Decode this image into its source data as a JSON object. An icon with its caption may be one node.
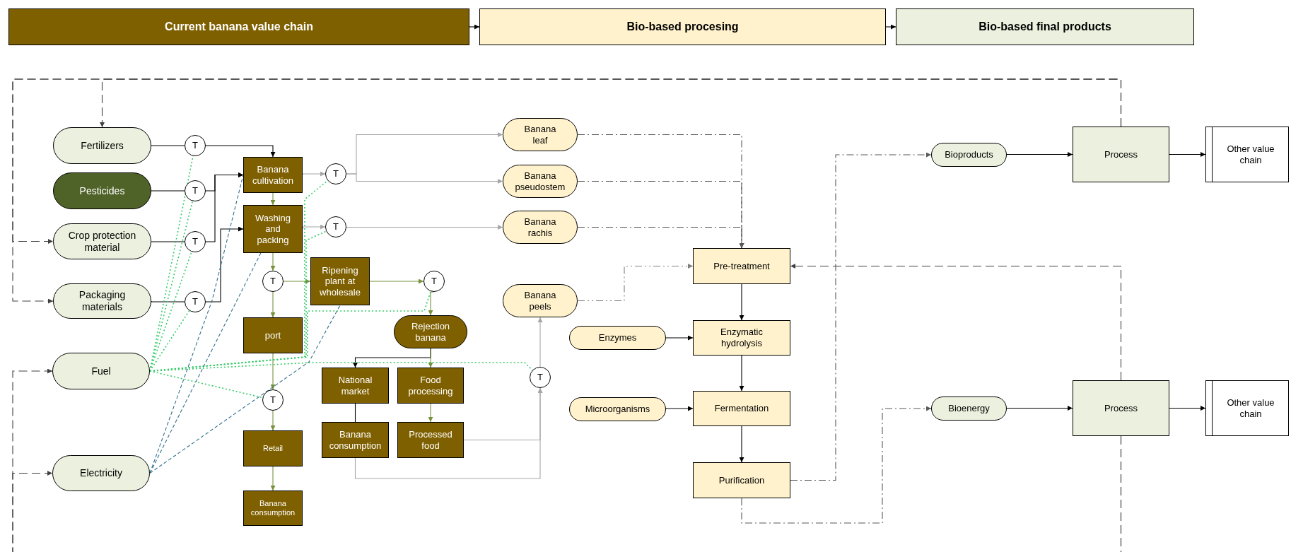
{
  "diagram": {
    "nodes": [
      {
        "text": [
          "Current banana value chain"
        ]
      },
      {
        "text": [
          "Bio-based procesing"
        ]
      },
      {
        "text": [
          "Bio-based final products"
        ]
      },
      {
        "text": [
          "Fertilizers"
        ]
      },
      {
        "text": [
          "Pesticides"
        ]
      },
      {
        "text": [
          "Crop protection material"
        ]
      },
      {
        "text": [
          "Packaging materials"
        ]
      },
      {
        "text": [
          "Fuel"
        ]
      },
      {
        "text": [
          "Electricity"
        ]
      },
      {
        "text": [
          "T"
        ]
      },
      {
        "text": [
          "T"
        ]
      },
      {
        "text": [
          "T"
        ]
      },
      {
        "text": [
          "T"
        ]
      },
      {
        "text": [
          "Banana cultivation"
        ]
      },
      {
        "text": [
          "Washing and packing"
        ]
      },
      {
        "text": [
          "T"
        ]
      },
      {
        "text": [
          "T"
        ]
      },
      {
        "text": [
          "T"
        ]
      },
      {
        "text": [
          "Ripening plant at wholesale"
        ]
      },
      {
        "text": [
          "T"
        ]
      },
      {
        "text": [
          "port"
        ]
      },
      {
        "text": [
          "Rejection banana"
        ]
      },
      {
        "text": [
          "National market"
        ]
      },
      {
        "text": [
          "Food processing"
        ]
      },
      {
        "text": [
          "T"
        ]
      },
      {
        "text": [
          "Banana consumption"
        ]
      },
      {
        "text": [
          "Processed food"
        ]
      },
      {
        "text": [
          "Retail"
        ]
      },
      {
        "text": [
          "Banana consumption"
        ]
      },
      {
        "text": [
          "Banana leaf"
        ]
      },
      {
        "text": [
          "Banana pseudostem"
        ]
      },
      {
        "text": [
          "Banana rachis"
        ]
      },
      {
        "text": [
          "Banana peels"
        ]
      },
      {
        "text": [
          "T"
        ]
      },
      {
        "text": [
          "Pre-treatment"
        ]
      },
      {
        "text": [
          "Enzymes"
        ]
      },
      {
        "text": [
          "Enzymatic hydrolysis"
        ]
      },
      {
        "text": [
          "Microorganisms"
        ]
      },
      {
        "text": [
          "Fermentation"
        ]
      },
      {
        "text": [
          "Purification"
        ]
      },
      {
        "text": [
          "Bioproducts"
        ]
      },
      {
        "text": [
          "Process"
        ]
      },
      {
        "text": [
          "Other value chain"
        ]
      },
      {
        "text": [
          "Bioenergy"
        ]
      },
      {
        "text": [
          "Process"
        ]
      },
      {
        "text": [
          "Other value chain"
        ]
      }
    ],
    "edges": [
      {
        "from": 0,
        "to": 1,
        "arrow": "to"
      },
      {
        "from": 1,
        "to": 2,
        "arrow": "to"
      },
      {
        "from": 3,
        "to": 9,
        "arrow": "none"
      },
      {
        "from": 9,
        "to": 13,
        "arrow": "to"
      },
      {
        "from": 4,
        "to": 10,
        "arrow": "none"
      },
      {
        "from": 10,
        "to": 13,
        "arrow": "to"
      },
      {
        "from": 5,
        "to": 11,
        "arrow": "none"
      },
      {
        "from": 11,
        "to": 13,
        "arrow": "to"
      },
      {
        "from": 6,
        "to": 12,
        "arrow": "none"
      },
      {
        "from": 12,
        "to": 14,
        "arrow": "to"
      },
      {
        "from": 13,
        "to": 14,
        "arrow": "to",
        "color": "#76923c"
      },
      {
        "from": 13,
        "to": 15,
        "arrow": "to",
        "color": "#a6a6a6"
      },
      {
        "from": 15,
        "to": 29,
        "arrow": "to",
        "color": "#a6a6a6"
      },
      {
        "from": 15,
        "to": 30,
        "arrow": "to",
        "color": "#a6a6a6"
      },
      {
        "from": 14,
        "to": 16,
        "arrow": "to",
        "color": "#a6a6a6"
      },
      {
        "from": 16,
        "to": 31,
        "arrow": "to",
        "color": "#a6a6a6"
      },
      {
        "from": 14,
        "to": 17,
        "arrow": "to",
        "color": "#76923c"
      },
      {
        "from": 17,
        "to": 18,
        "arrow": "to",
        "color": "#76923c"
      },
      {
        "from": 17,
        "to": 20,
        "arrow": "to",
        "color": "#76923c"
      },
      {
        "from": 18,
        "to": 19,
        "arrow": "to",
        "color": "#76923c"
      },
      {
        "from": 19,
        "to": 21,
        "arrow": "to",
        "color": "#76923c"
      },
      {
        "from": 21,
        "to": 22,
        "arrow": "to"
      },
      {
        "from": 21,
        "to": 23,
        "arrow": "to",
        "color": "#76923c"
      },
      {
        "from": 22,
        "to": 25,
        "arrow": "none"
      },
      {
        "from": 23,
        "to": 26,
        "arrow": "to",
        "color": "#76923c"
      },
      {
        "from": 20,
        "to": 24,
        "arrow": "to",
        "color": "#76923c"
      },
      {
        "from": 24,
        "to": 27,
        "arrow": "to",
        "color": "#76923c"
      },
      {
        "from": 27,
        "to": 28,
        "arrow": "to",
        "color": "#76923c"
      },
      {
        "from": 25,
        "to": 33,
        "arrow": "to",
        "color": "#a6a6a6"
      },
      {
        "from": 26,
        "to": 33,
        "arrow": "to",
        "color": "#a6a6a6"
      },
      {
        "from": 33,
        "to": 32,
        "arrow": "to",
        "color": "#a6a6a6"
      },
      {
        "from": 29,
        "to": 34,
        "arrow": "to",
        "style": "dashed",
        "color": "#595959"
      },
      {
        "from": 30,
        "to": 34,
        "arrow": "to",
        "style": "dashed",
        "color": "#595959"
      },
      {
        "from": 31,
        "to": 34,
        "arrow": "to",
        "style": "dashed",
        "color": "#595959"
      },
      {
        "from": 32,
        "to": 34,
        "arrow": "to",
        "style": "dashed",
        "color": "#7f7f7f"
      },
      {
        "from": 34,
        "to": 36,
        "arrow": "to"
      },
      {
        "from": 35,
        "to": 36,
        "arrow": "to"
      },
      {
        "from": 36,
        "to": 38,
        "arrow": "to"
      },
      {
        "from": 37,
        "to": 38,
        "arrow": "to"
      },
      {
        "from": 38,
        "to": 39,
        "arrow": "to"
      },
      {
        "from": 39,
        "to": 40,
        "arrow": "to",
        "style": "dashed",
        "color": "#595959"
      },
      {
        "from": 39,
        "to": 43,
        "arrow": "to",
        "style": "dashed",
        "color": "#595959"
      },
      {
        "from": 40,
        "to": 41,
        "arrow": "to"
      },
      {
        "from": 41,
        "to": 42,
        "arrow": "to"
      },
      {
        "from": 43,
        "to": 44,
        "arrow": "to"
      },
      {
        "from": 44,
        "to": 45,
        "arrow": "to"
      },
      {
        "from": 41,
        "to": 3,
        "arrow": "to",
        "style": "dashed",
        "color": "#404040"
      },
      {
        "from": 41,
        "to": 5,
        "arrow": "to",
        "style": "dashed",
        "color": "#404040"
      },
      {
        "from": 41,
        "to": 6,
        "arrow": "to",
        "style": "dashed",
        "color": "#404040"
      },
      {
        "from": 44,
        "to": 34,
        "arrow": "to",
        "style": "dashed",
        "color": "#404040"
      },
      {
        "from": 44,
        "to": 7,
        "arrow": "to",
        "style": "dashed",
        "color": "#404040"
      },
      {
        "from": 44,
        "to": 8,
        "arrow": "to",
        "style": "dashed",
        "color": "#404040"
      },
      {
        "from": 7,
        "to": 9,
        "arrow": "none",
        "style": "dashed",
        "color": "#33cc66"
      },
      {
        "from": 7,
        "to": 10,
        "arrow": "none",
        "style": "dashed",
        "color": "#33cc66"
      },
      {
        "from": 7,
        "to": 11,
        "arrow": "none",
        "style": "dashed",
        "color": "#33cc66"
      },
      {
        "from": 7,
        "to": 12,
        "arrow": "none",
        "style": "dashed",
        "color": "#33cc66"
      },
      {
        "from": 7,
        "to": 15,
        "arrow": "none",
        "style": "dashed",
        "color": "#33cc66"
      },
      {
        "from": 7,
        "to": 16,
        "arrow": "none",
        "style": "dashed",
        "color": "#33cc66"
      },
      {
        "from": 7,
        "to": 19,
        "arrow": "none",
        "style": "dashed",
        "color": "#33cc66"
      },
      {
        "from": 7,
        "to": 33,
        "arrow": "none",
        "style": "dashed",
        "color": "#33cc66"
      },
      {
        "from": 7,
        "to": 24,
        "arrow": "none",
        "style": "dashed",
        "color": "#33cc66"
      },
      {
        "from": 8,
        "to": 13,
        "arrow": "none",
        "style": "dashed",
        "color": "#31708f"
      },
      {
        "from": 8,
        "to": 14,
        "arrow": "none",
        "style": "dashed",
        "color": "#31708f"
      },
      {
        "from": 8,
        "to": 18,
        "arrow": "none",
        "style": "dashed",
        "color": "#31708f"
      }
    ]
  }
}
